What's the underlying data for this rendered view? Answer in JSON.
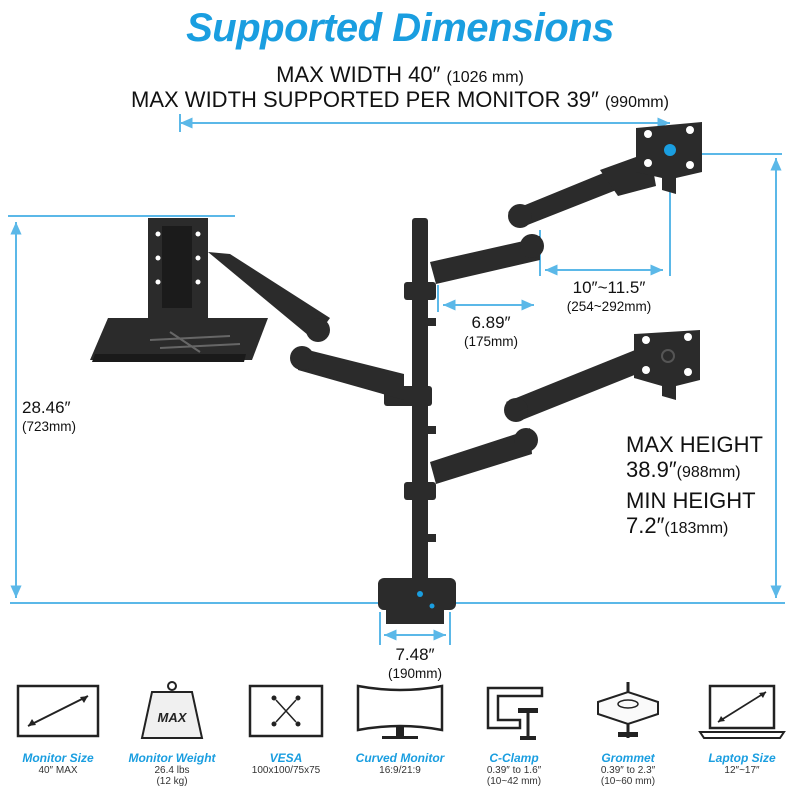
{
  "title": "Supported Dimensions",
  "max_width": {
    "label": "MAX WIDTH 40″",
    "mm": "(1026 mm)"
  },
  "max_width_per_monitor": {
    "label": "MAX WIDTH SUPPORTED PER MONITOR 39″",
    "mm": "(990mm)"
  },
  "arm_extension": {
    "inches": "10″~11.5″",
    "mm": "(254~292mm)"
  },
  "pole_offset": {
    "inches": "6.89″",
    "mm": "(175mm)"
  },
  "overall_height": {
    "inches": "28.46″",
    "mm": "(723mm)"
  },
  "max_height": {
    "label": "MAX HEIGHT",
    "inches": "38.9″",
    "mm": "(988mm)"
  },
  "min_height": {
    "label": "MIN HEIGHT",
    "inches": "7.2″",
    "mm": "(183mm)"
  },
  "base_width": {
    "inches": "7.48″",
    "mm": "(190mm)"
  },
  "specs": [
    {
      "name": "Monitor Size",
      "value": "40″ MAX",
      "value2": "",
      "icon": "monitor-size-icon"
    },
    {
      "name": "Monitor Weight",
      "value": "26.4 lbs",
      "value2": "(12 kg)",
      "icon": "weight-icon",
      "badge": "MAX"
    },
    {
      "name": "VESA",
      "value": "100x100/75x75",
      "value2": "",
      "icon": "vesa-icon"
    },
    {
      "name": "Curved Monitor",
      "value": "16:9/21:9",
      "value2": "",
      "icon": "curved-monitor-icon"
    },
    {
      "name": "C-Clamp",
      "value": "0.39″ to 1.6″",
      "value2": "(10~42 mm)",
      "icon": "c-clamp-icon"
    },
    {
      "name": "Grommet",
      "value": "0.39″ to 2.3″",
      "value2": "(10~60 mm)",
      "icon": "grommet-icon"
    },
    {
      "name": "Laptop Size",
      "value": "12″~17″",
      "value2": "",
      "icon": "laptop-icon"
    }
  ],
  "colors": {
    "accent": "#1a9ee0",
    "arm": "#2b2b2b",
    "dimension_line": "#5bb8e8"
  }
}
